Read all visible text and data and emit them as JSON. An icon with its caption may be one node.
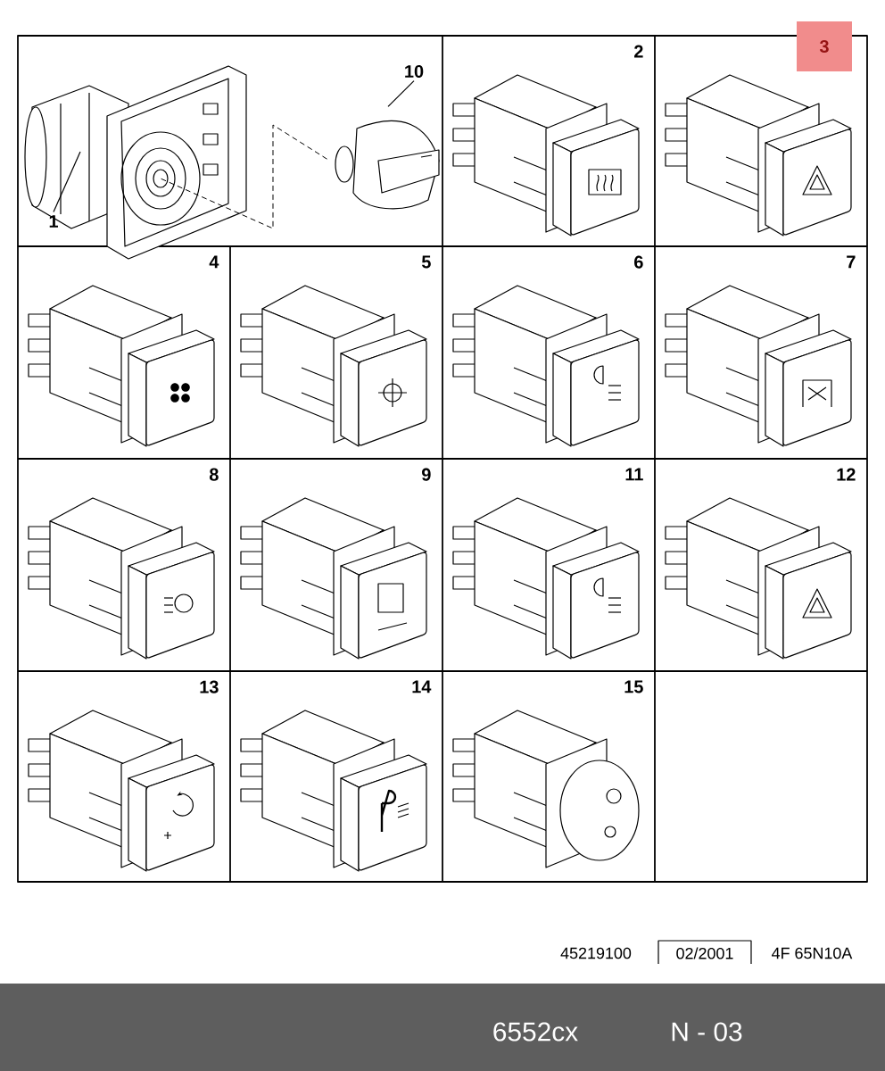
{
  "diagram": {
    "nodes": [
      {
        "text": [
          "10"
        ]
      },
      {
        "text": [],
        "shape": "picture"
      },
      {
        "text": [],
        "shape": "picture"
      },
      {
        "text": [
          "1"
        ]
      }
    ],
    "edges": [
      {
        "from": 0,
        "to": 2,
        "arrow": "none"
      },
      {
        "from": 3,
        "to": 1,
        "arrow": "none"
      },
      {
        "from": 1,
        "to": 2,
        "arrow": "none",
        "style": "dashed"
      }
    ],
    "labels": [
      "2",
      "3",
      "4",
      "5",
      "6",
      "7",
      "8",
      "9",
      "11",
      "12",
      "13",
      "14",
      "15",
      "45219100",
      "02/2001",
      "4F 65N10A",
      "6552cx",
      "N - 03"
    ]
  }
}
